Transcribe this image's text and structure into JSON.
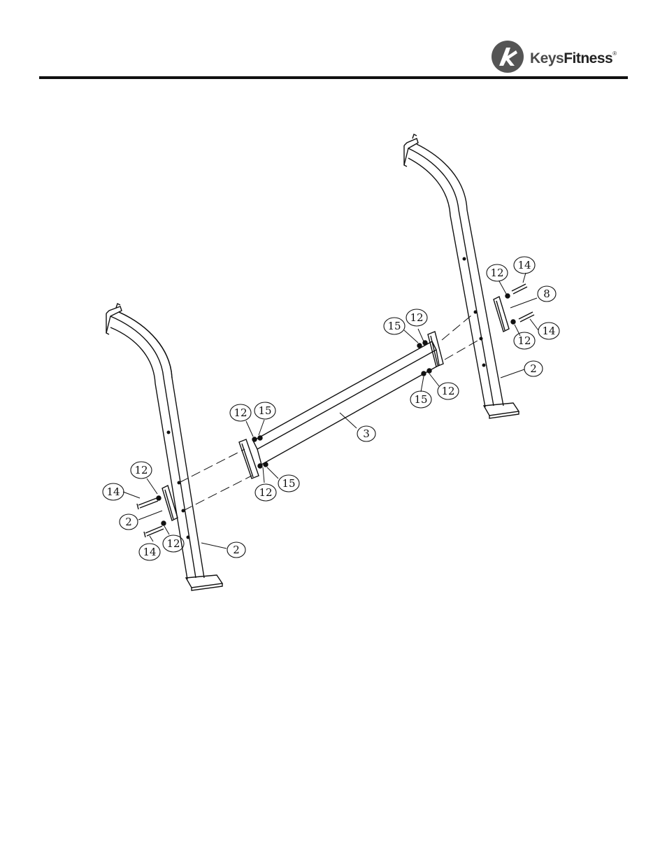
{
  "header": {
    "brand_part1": "Keys",
    "brand_part2": "Fitness",
    "trademark": "®"
  },
  "diagram": {
    "callouts": [
      {
        "id": "c-14-left-top",
        "label": "14"
      },
      {
        "id": "c-12-left-top",
        "label": "12"
      },
      {
        "id": "c-2-left-plate",
        "label": "2"
      },
      {
        "id": "c-12-left-bottom",
        "label": "12"
      },
      {
        "id": "c-14-left-bottom",
        "label": "14"
      },
      {
        "id": "c-2-left-leg",
        "label": "2"
      },
      {
        "id": "c-12-mid-left-top",
        "label": "12"
      },
      {
        "id": "c-15-mid-left-top",
        "label": "15"
      },
      {
        "id": "c-12-mid-left-bottom",
        "label": "12"
      },
      {
        "id": "c-15-mid-left-bottom",
        "label": "15"
      },
      {
        "id": "c-3-crossbar",
        "label": "3"
      },
      {
        "id": "c-15-right-end-top",
        "label": "15"
      },
      {
        "id": "c-12-right-end-top",
        "label": "12"
      },
      {
        "id": "c-15-right-end-bottom",
        "label": "15"
      },
      {
        "id": "c-12-right-end-bottom",
        "label": "12"
      },
      {
        "id": "c-12-right-top",
        "label": "12"
      },
      {
        "id": "c-14-right-top",
        "label": "14"
      },
      {
        "id": "c-8-right",
        "label": "8"
      },
      {
        "id": "c-12-right-bottom",
        "label": "12"
      },
      {
        "id": "c-14-right-bottom",
        "label": "14"
      },
      {
        "id": "c-2-right-leg",
        "label": "2"
      }
    ]
  }
}
